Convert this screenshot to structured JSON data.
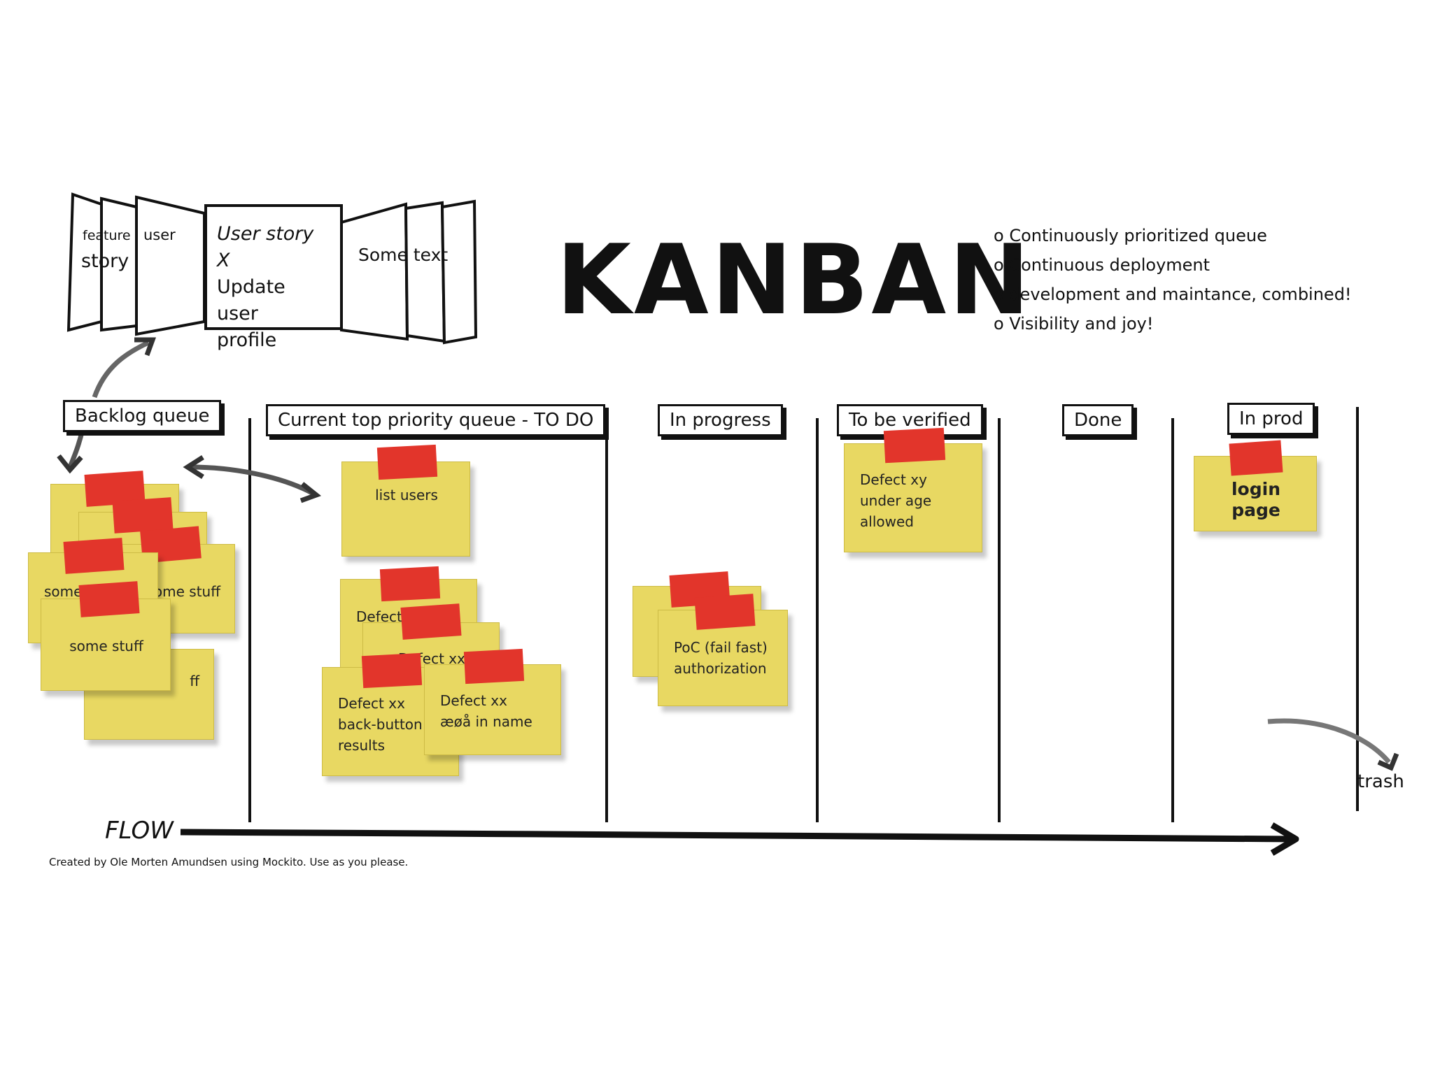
{
  "title": "KANBAN",
  "bullets": [
    "o Continuously prioritized queue",
    "o Continuous deployment",
    "o development and maintance, combined!",
    "o Visibility and joy!"
  ],
  "story_cards": {
    "feature": "feature",
    "user": "user",
    "story": "story",
    "main_line1": "User story X",
    "main_line2": "Update user",
    "main_line3": "profile",
    "some_text": "Some text"
  },
  "columns": {
    "backlog": "Backlog queue",
    "todo": "Current top priority queue - TO DO",
    "in_progress": "In progress",
    "to_verify": "To be verified",
    "done": "Done",
    "in_prod": "In prod"
  },
  "notes": {
    "backlog_a": "some stuff",
    "backlog_b": "some stuff",
    "backlog_c": "some stuff",
    "backlog_d": "ff",
    "todo_list_users": "list users",
    "todo_defect_a": "Defect",
    "todo_defect_b": "Defect xx",
    "todo_defect_c_l1": "Defect xx",
    "todo_defect_c_l2": "back-button",
    "todo_defect_c_l3": "results",
    "todo_defect_d_l1": "Defect xx",
    "todo_defect_d_l2": "æøå in name",
    "progress_l1": "PoC (fail fast)",
    "progress_l2": "authorization",
    "verify_l1": "Defect xy",
    "verify_l2": "under age",
    "verify_l3": "allowed",
    "prod": "login page"
  },
  "flow_label": "FLOW",
  "trash_label": "trash",
  "credit": "Created by Ole Morten Amundsen using Mockito. Use as you please.",
  "colors": {
    "note": "#e8d862",
    "tape": "#e2352b",
    "ink": "#111111"
  }
}
